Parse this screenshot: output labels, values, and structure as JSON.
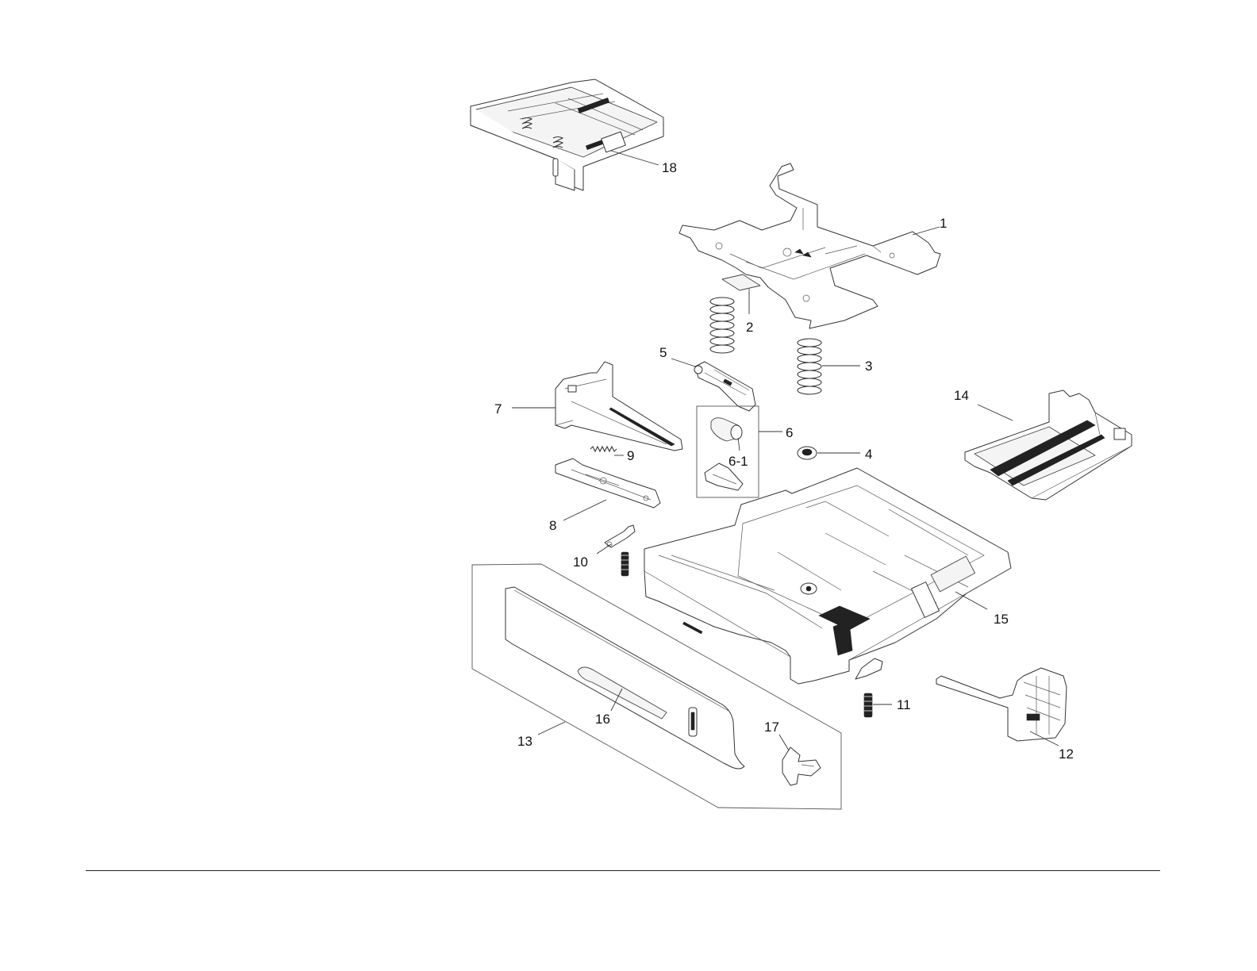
{
  "diagram": {
    "callouts": [
      {
        "id": "c1",
        "label": "1"
      },
      {
        "id": "c2",
        "label": "2"
      },
      {
        "id": "c3",
        "label": "3"
      },
      {
        "id": "c4",
        "label": "4"
      },
      {
        "id": "c5",
        "label": "5"
      },
      {
        "id": "c6",
        "label": "6"
      },
      {
        "id": "c6-1",
        "label": "6-1"
      },
      {
        "id": "c7",
        "label": "7"
      },
      {
        "id": "c8",
        "label": "8"
      },
      {
        "id": "c9",
        "label": "9"
      },
      {
        "id": "c10",
        "label": "10"
      },
      {
        "id": "c11",
        "label": "11"
      },
      {
        "id": "c12",
        "label": "12"
      },
      {
        "id": "c13",
        "label": "13"
      },
      {
        "id": "c14",
        "label": "14"
      },
      {
        "id": "c15",
        "label": "15"
      },
      {
        "id": "c16",
        "label": "16"
      },
      {
        "id": "c17",
        "label": "17"
      },
      {
        "id": "c18",
        "label": "18"
      }
    ],
    "colors": {
      "line": "#333333",
      "background": "#ffffff"
    }
  }
}
